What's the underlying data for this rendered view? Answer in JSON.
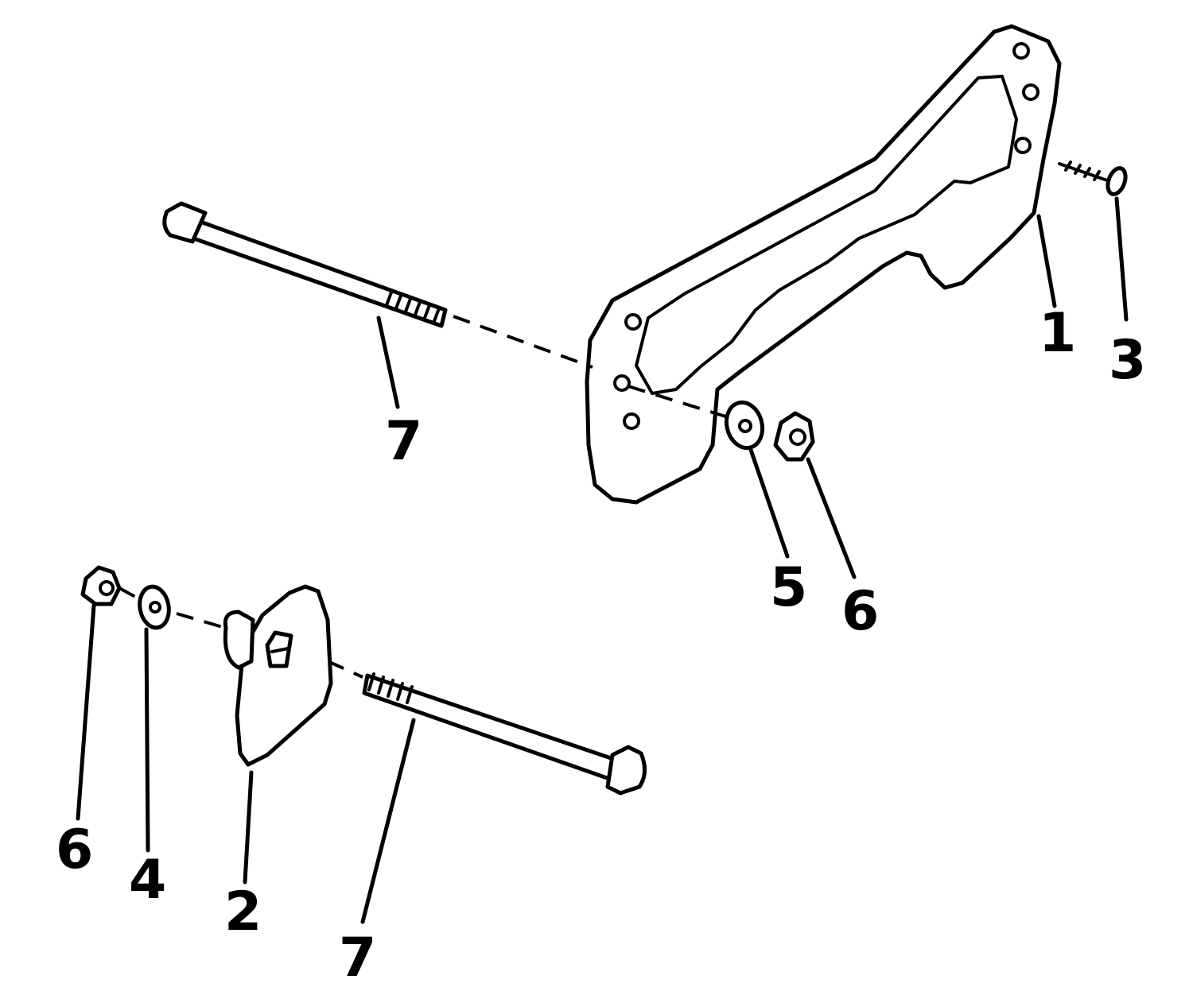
{
  "diagram": {
    "callouts": [
      {
        "id": "c1",
        "text": "1"
      },
      {
        "id": "c3",
        "text": "3"
      },
      {
        "id": "c7a",
        "text": "7"
      },
      {
        "id": "c5",
        "text": "5"
      },
      {
        "id": "c6a",
        "text": "6"
      },
      {
        "id": "c6b",
        "text": "6"
      },
      {
        "id": "c4",
        "text": "4"
      },
      {
        "id": "c2",
        "text": "2"
      },
      {
        "id": "c7b",
        "text": "7"
      }
    ],
    "line_color": "#000000",
    "background_color": "#ffffff"
  }
}
